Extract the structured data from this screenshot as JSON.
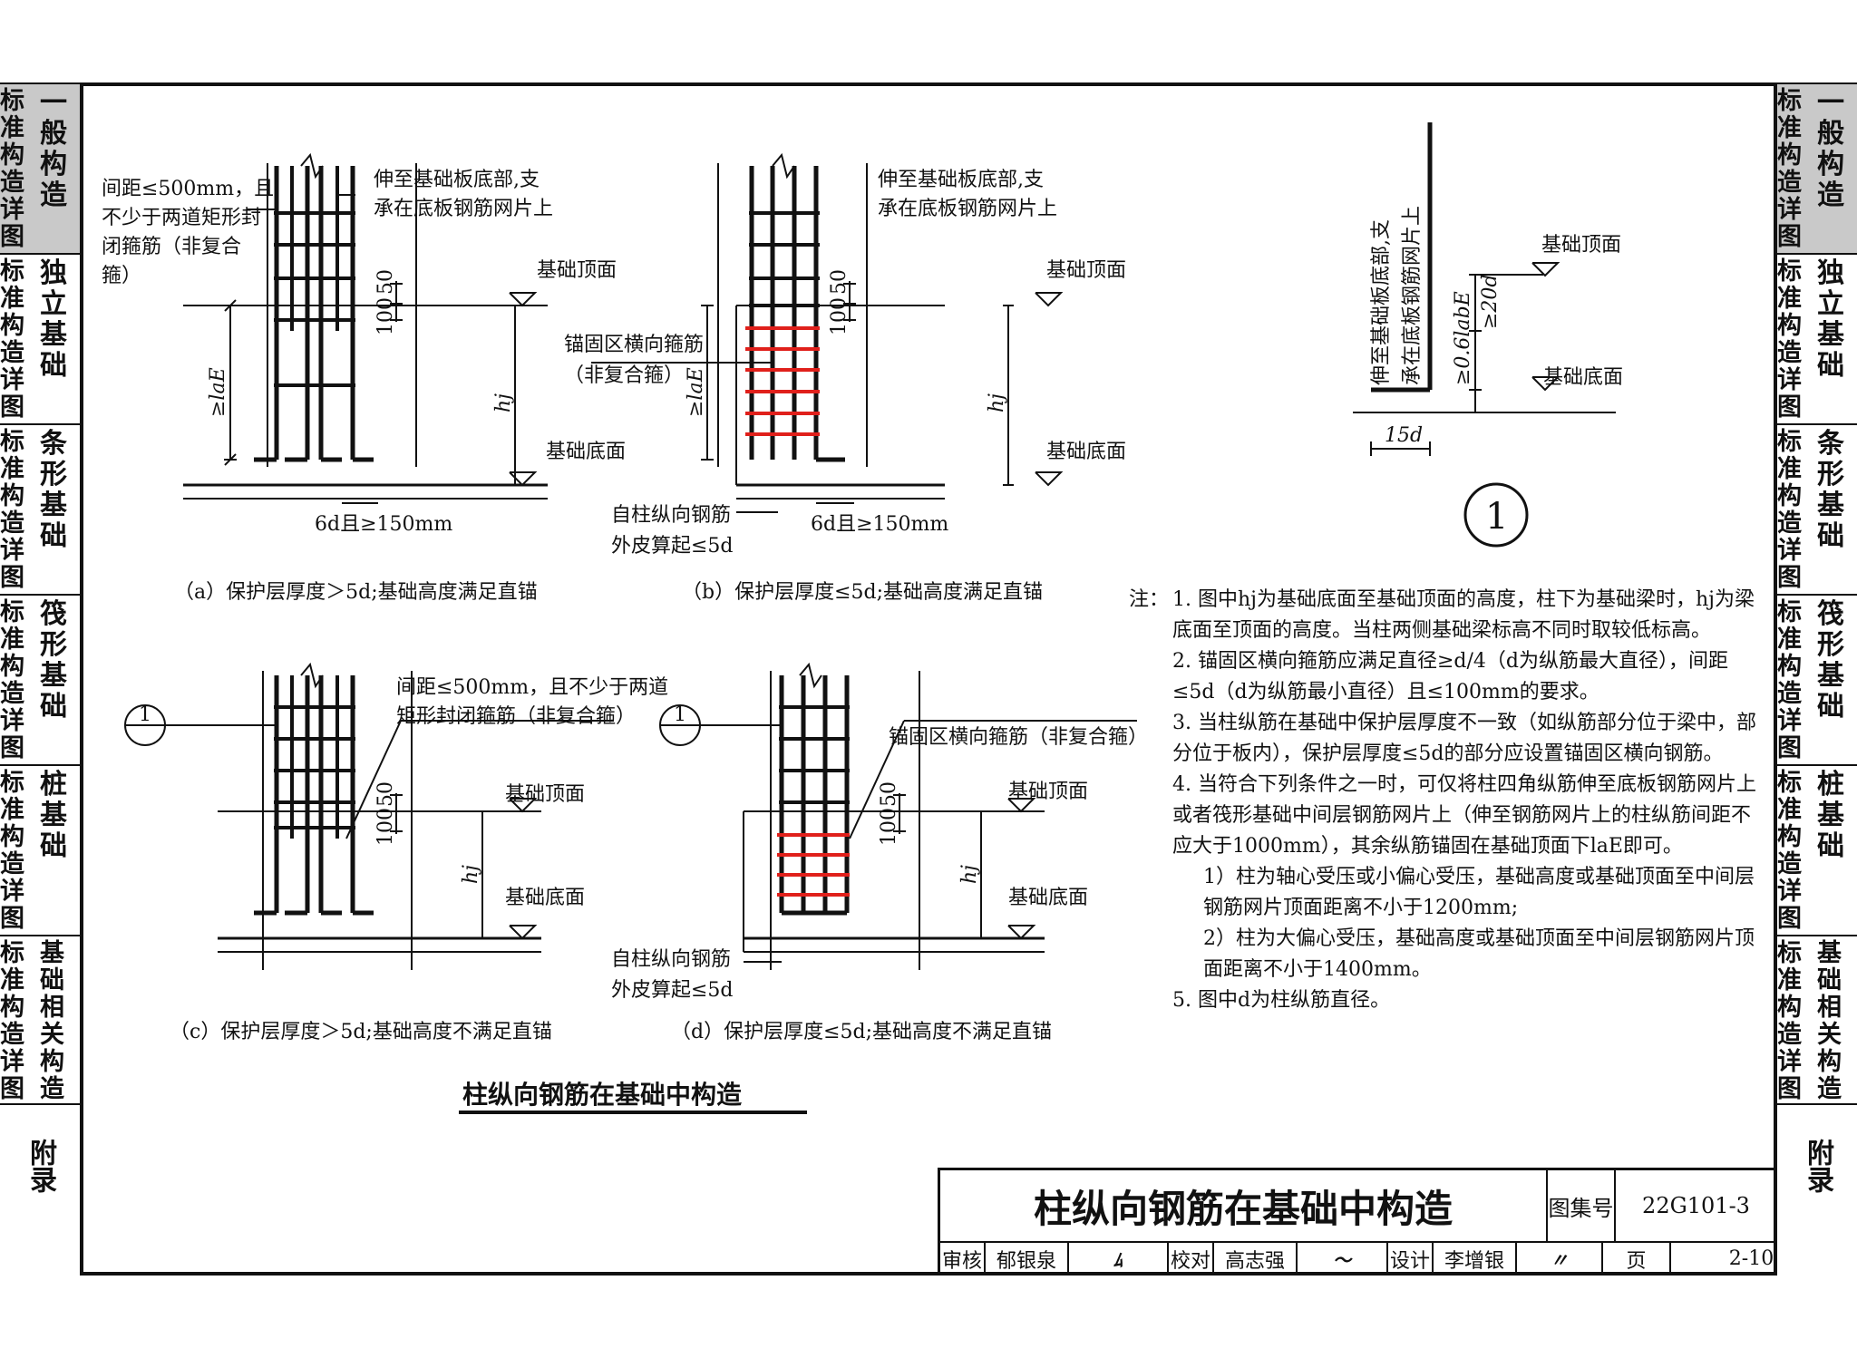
{
  "side_tabs": [
    {
      "label": "标准构造详图",
      "section": "一般构造",
      "active": true
    },
    {
      "label": "标准构造详图",
      "section": "独立基础",
      "active": false
    },
    {
      "label": "标准构造详图",
      "section": "条形基础",
      "active": false
    },
    {
      "label": "标准构造详图",
      "section": "筏形基础",
      "active": false
    },
    {
      "label": "标准构造详图",
      "section": "桩基础",
      "active": false
    },
    {
      "label": "标准构造详图",
      "section": "基础相关构造",
      "active": false
    }
  ],
  "appendix_label": "附录",
  "figures": {
    "a": {
      "caption": "（a）保护层厚度＞5d;基础高度满足直锚",
      "note_spacing": [
        "间距≤500mm，且",
        "不少于两道矩形封",
        "闭箍筋（非复合",
        "箍）"
      ],
      "note_extend": [
        "伸至基础板底部,支",
        "承在底板钢筋网片上"
      ],
      "top_face": "基础顶面",
      "bottom_face": "基础底面",
      "dim_50": "50",
      "dim_100": "100",
      "anchor_len": "≥laE",
      "height": "hj",
      "bend_len": "6d且≥150mm"
    },
    "b": {
      "caption": "（b）保护层厚度≤5d;基础高度满足直锚",
      "note_extend": [
        "伸至基础板底部,支",
        "承在底板钢筋网片上"
      ],
      "note_stirrup": [
        "锚固区横向箍筋",
        "（非复合箍）"
      ],
      "top_face": "基础顶面",
      "bottom_face": "基础底面",
      "dim_50": "50",
      "dim_100": "100",
      "anchor_len": "≥laE",
      "height": "hj",
      "bend_len": "6d且≥150mm",
      "note_outer": [
        "自柱纵向钢筋",
        "外皮算起≤5d"
      ]
    },
    "c": {
      "caption": "（c）保护层厚度＞5d;基础高度不满足直锚",
      "note_spacing": [
        "间距≤500mm，且不少于两道",
        "矩形封闭箍筋（非复合箍）"
      ],
      "top_face": "基础顶面",
      "bottom_face": "基础底面",
      "dim_50": "50",
      "dim_100": "100",
      "height": "hj",
      "detail_ref": "1"
    },
    "d": {
      "caption": "（d）保护层厚度≤5d;基础高度不满足直锚",
      "note_stirrup": "锚固区横向箍筋（非复合箍）",
      "top_face": "基础顶面",
      "bottom_face": "基础底面",
      "dim_50": "50",
      "dim_100": "100",
      "height": "hj",
      "detail_ref": "1",
      "note_outer": [
        "自柱纵向钢筋",
        "外皮算起≤5d"
      ]
    },
    "detail1": {
      "vertical_note": [
        "伸至基础板底部,支",
        "承在底板钢筋网片上"
      ],
      "top_face": "基础顶面",
      "bottom_face": "基础底面",
      "dim_a": "≥0.6labE",
      "dim_b": "≥20d",
      "bend": "15d",
      "number": "1"
    }
  },
  "drawing_title": "柱纵向钢筋在基础中构造",
  "notes": {
    "heading": "注：",
    "items": [
      "1. 图中hj为基础底面至基础顶面的高度，柱下为基础梁时，hj为梁底面至顶面的高度。当柱两侧基础梁标高不同时取较低标高。",
      "2. 锚固区横向箍筋应满足直径≥d/4（d为纵筋最大直径），间距≤5d（d为纵筋最小直径）且≤100mm的要求。",
      "3. 当柱纵筋在基础中保护层厚度不一致（如纵筋部分位于梁中，部分位于板内），保护层厚度≤5d的部分应设置锚固区横向钢筋。",
      "4. 当符合下列条件之一时，可仅将柱四角纵筋伸至底板钢筋网片上或者筏形基础中间层钢筋网片上（伸至钢筋网片上的柱纵筋间距不应大于1000mm），其余纵筋锚固在基础顶面下laE即可。"
    ],
    "subitems": [
      "1）柱为轴心受压或小偏心受压，基础高度或基础顶面至中间层钢筋网片顶面距离不小于1200mm;",
      "2）柱为大偏心受压，基础高度或基础顶面至中间层钢筋网片顶面距离不小于1400mm。"
    ],
    "last": "5. 图中d为柱纵筋直径。"
  },
  "title_block": {
    "title": "柱纵向钢筋在基础中构造",
    "atlas_label": "图集号",
    "atlas_no": "22G101-3",
    "review_label": "审核",
    "reviewer": "郁银泉",
    "check_label": "校对",
    "checker": "高志强",
    "design_label": "设计",
    "designer": "李增银",
    "page_label": "页",
    "page_no": "2-10"
  },
  "colors": {
    "anchor_stirrup": "#e0201b",
    "ink": "#111111",
    "active_tab": "#c9c9c9"
  }
}
